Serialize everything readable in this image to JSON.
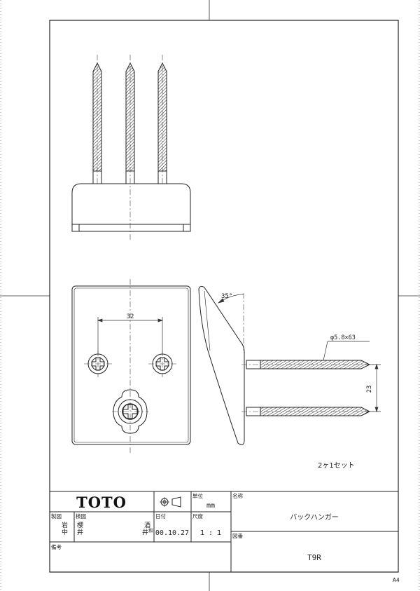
{
  "brand": "TOTO",
  "dimensions": {
    "screw_spacing": "32",
    "angle": "35°",
    "screw_spec": "φ5.8×63",
    "screw_pitch": "23"
  },
  "note": "2ヶ1セット",
  "title_block": {
    "unit_label": "単位",
    "unit_value": "mm",
    "name_label": "名称",
    "name_value": "バックハンガー",
    "drawn_label": "製図",
    "drawn_value_1": "岩",
    "drawn_value_2": "中",
    "checked_label": "検図",
    "checked_value_1": "櫻",
    "checked_value_2": "井",
    "approved_value_1": "酒",
    "approved_value_2": "井",
    "approved_value_3": "和",
    "date_label": "日付",
    "date_value": "00.10.27",
    "scale_label": "尺度",
    "scale_value": "1 : 1",
    "drawing_no_label": "図番",
    "drawing_no_value": "T9R",
    "remarks_label": "備考"
  },
  "sheet_size": "A4"
}
